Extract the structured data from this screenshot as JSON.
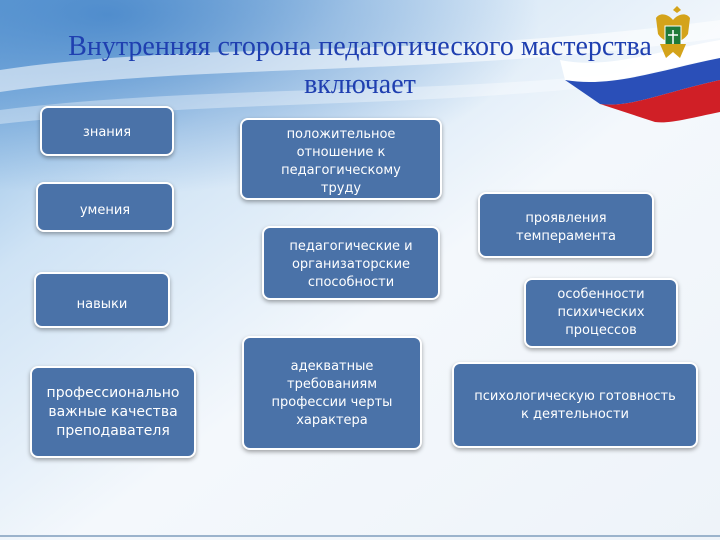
{
  "title": "Внутренняя сторона педагогического мастерства\nвключает",
  "colors": {
    "box_fill": "#4a72a8",
    "box_border": "#ffffff",
    "title_text": "#1f3fb0",
    "flag_white": "#ffffff",
    "flag_blue": "#2a4fb8",
    "flag_red": "#d01f26"
  },
  "emblem_icon": "double-headed-eagle-emblem-icon",
  "boxes": {
    "knowledge": "знания",
    "skills": "умения",
    "habits": "навыки",
    "qualities": "профессионально\nважные качества\nпреподавателя",
    "attitude": "положительное\nотношение к\nпедагогическому\nтруду",
    "abilities": "педагогические и\nорганизаторские\nспособности",
    "traits": "адекватные\nтребованиям\nпрофессии черты\nхарактера",
    "temperament": "проявления\nтемперамента",
    "mental": "особенности\nпсихических\nпроцессов",
    "readiness": "психологическую готовность\nк деятельности"
  }
}
